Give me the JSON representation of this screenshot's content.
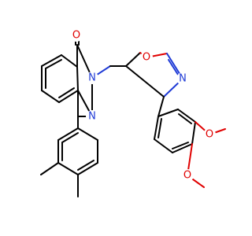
{
  "colors": {
    "background": "#ffffff",
    "carbon_bond": "#000000",
    "nitrogen": "#1f3bd6",
    "oxygen": "#e00000"
  },
  "atom_labels": {
    "carbonyl_o": "O",
    "n2": "N",
    "n3": "N",
    "oxadiazole_o": "O",
    "oxadiazole_n": "N",
    "methoxy_o_upper": "O",
    "methoxy_o_lower": "O"
  }
}
